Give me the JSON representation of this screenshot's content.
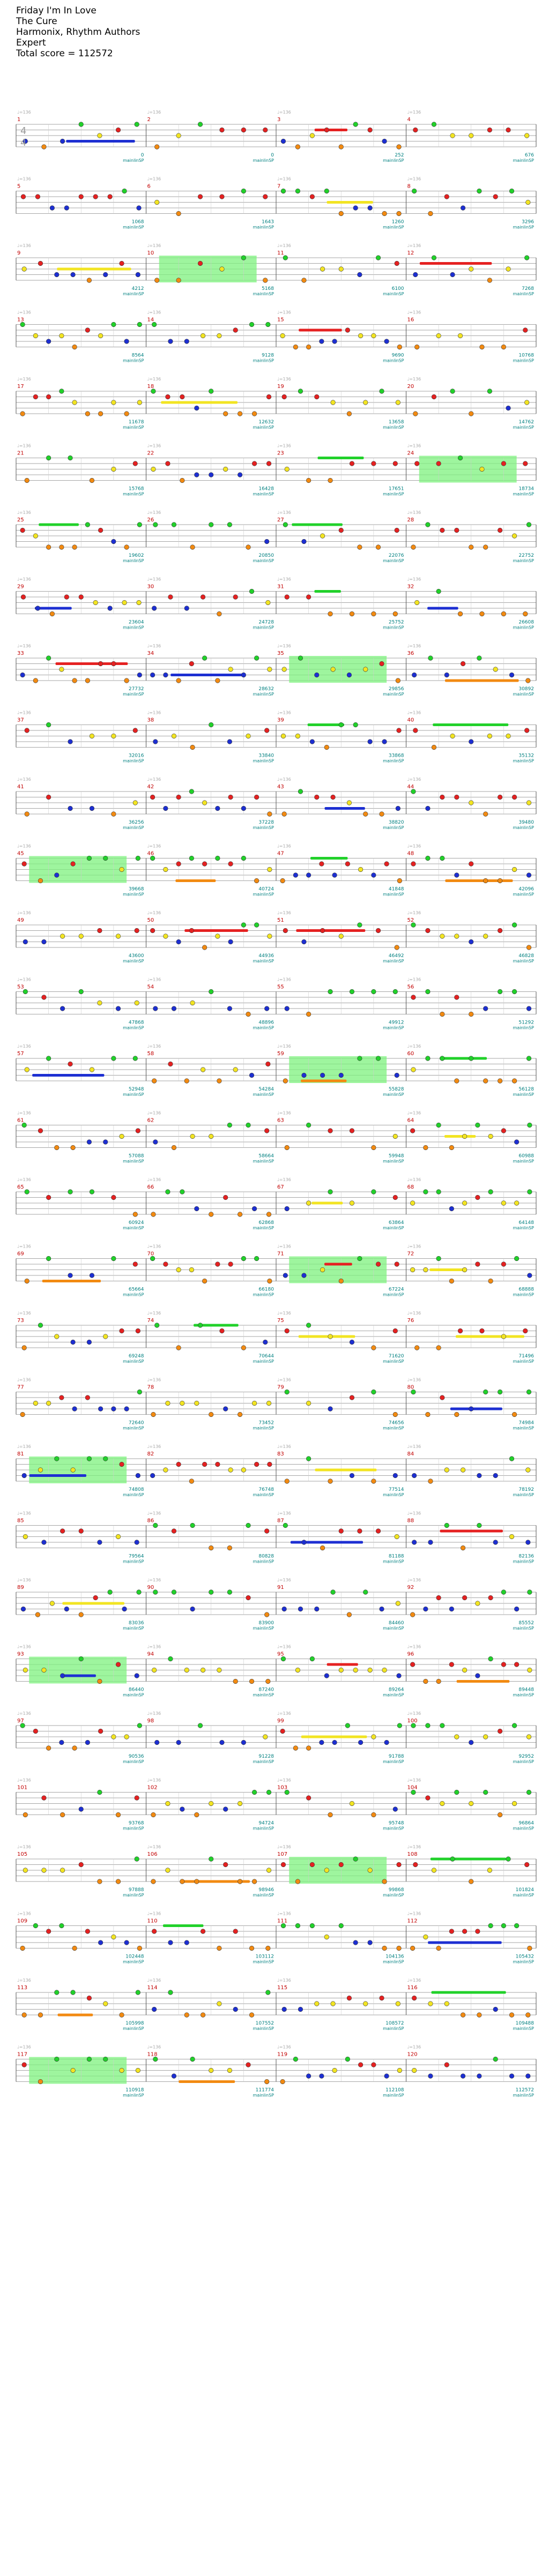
{
  "song": {
    "title": "Friday I'm In Love",
    "artist": "The Cure",
    "charter": "Harmonix, Rhythm Authors",
    "difficulty": "Expert",
    "total_score_label": "Total score = 112572"
  },
  "time_signature": {
    "numerator": "4",
    "denominator": "4"
  },
  "bpm_marker": "♩=136",
  "sp_label": "mainlinSP",
  "colors": {
    "green": "#21d12a",
    "red": "#e52121",
    "yellow": "#f2e422",
    "blue": "#1d2fd2",
    "orange": "#f28a11",
    "sp_zone": "#7ef27e",
    "measure_number": "#c20000",
    "score": "#008080",
    "staff": "#888888"
  },
  "measures": [
    {
      "n": "1",
      "score": "0"
    },
    {
      "n": "2",
      "score": "0"
    },
    {
      "n": "3",
      "score": "252"
    },
    {
      "n": "4",
      "score": "676"
    },
    {
      "n": "5",
      "score": "1068"
    },
    {
      "n": "6",
      "score": "1643"
    },
    {
      "n": "7",
      "score": "1260"
    },
    {
      "n": "8",
      "score": "3296"
    },
    {
      "n": "9",
      "score": "4212"
    },
    {
      "n": "10",
      "score": "5168"
    },
    {
      "n": "11",
      "score": "6100"
    },
    {
      "n": "12",
      "score": "7268"
    },
    {
      "n": "13",
      "score": "8564"
    },
    {
      "n": "14",
      "score": "9128"
    },
    {
      "n": "15",
      "score": "9690"
    },
    {
      "n": "16",
      "score": "10768"
    },
    {
      "n": "17",
      "score": "11678"
    },
    {
      "n": "18",
      "score": "12632"
    },
    {
      "n": "19",
      "score": "13658"
    },
    {
      "n": "20",
      "score": "14762"
    },
    {
      "n": "21",
      "score": "15768"
    },
    {
      "n": "22",
      "score": "16428"
    },
    {
      "n": "23",
      "score": "17651"
    },
    {
      "n": "24",
      "score": "18734"
    },
    {
      "n": "25",
      "score": "19602"
    },
    {
      "n": "26",
      "score": "20850"
    },
    {
      "n": "27",
      "score": "22076"
    },
    {
      "n": "28",
      "score": "22752"
    },
    {
      "n": "29",
      "score": "23604"
    },
    {
      "n": "30",
      "score": "24728"
    },
    {
      "n": "31",
      "score": "25752"
    },
    {
      "n": "32",
      "score": "26608"
    },
    {
      "n": "33",
      "score": "27732"
    },
    {
      "n": "34",
      "score": "28632"
    },
    {
      "n": "35",
      "score": "29856"
    },
    {
      "n": "36",
      "score": "30892"
    },
    {
      "n": "37",
      "score": "32016"
    },
    {
      "n": "38",
      "score": "33840"
    },
    {
      "n": "39",
      "score": "33868"
    },
    {
      "n": "40",
      "score": "35132"
    },
    {
      "n": "41",
      "score": "36256"
    },
    {
      "n": "42",
      "score": "37228"
    },
    {
      "n": "43",
      "score": "38820"
    },
    {
      "n": "44",
      "score": "39480"
    },
    {
      "n": "45",
      "score": "39668"
    },
    {
      "n": "46",
      "score": "40724"
    },
    {
      "n": "47",
      "score": "41848"
    },
    {
      "n": "48",
      "score": "42096"
    },
    {
      "n": "49",
      "score": "43600"
    },
    {
      "n": "50",
      "score": "44936"
    },
    {
      "n": "51",
      "score": "46492"
    },
    {
      "n": "52",
      "score": "46828"
    },
    {
      "n": "53",
      "score": "47868"
    },
    {
      "n": "54",
      "score": "48896"
    },
    {
      "n": "55",
      "score": "49912"
    },
    {
      "n": "56",
      "score": "51292"
    },
    {
      "n": "57",
      "score": "52948"
    },
    {
      "n": "58",
      "score": "54284"
    },
    {
      "n": "59",
      "score": "55828"
    },
    {
      "n": "60",
      "score": "56128"
    },
    {
      "n": "61",
      "score": "57088"
    },
    {
      "n": "62",
      "score": "58664"
    },
    {
      "n": "63",
      "score": "59948"
    },
    {
      "n": "64",
      "score": "60988"
    },
    {
      "n": "65",
      "score": "60924"
    },
    {
      "n": "66",
      "score": "62868"
    },
    {
      "n": "67",
      "score": "63864"
    },
    {
      "n": "68",
      "score": "64148"
    },
    {
      "n": "69",
      "score": "65664"
    },
    {
      "n": "70",
      "score": "66180"
    },
    {
      "n": "71",
      "score": "67224"
    },
    {
      "n": "72",
      "score": "68888"
    },
    {
      "n": "73",
      "score": "69248"
    },
    {
      "n": "74",
      "score": "70644"
    },
    {
      "n": "75",
      "score": "71620"
    },
    {
      "n": "76",
      "score": "71496"
    },
    {
      "n": "77",
      "score": "72640"
    },
    {
      "n": "78",
      "score": "73452"
    },
    {
      "n": "79",
      "score": "74656"
    },
    {
      "n": "80",
      "score": "74984"
    },
    {
      "n": "81",
      "score": "74808"
    },
    {
      "n": "82",
      "score": "76748"
    },
    {
      "n": "83",
      "score": "77514"
    },
    {
      "n": "84",
      "score": "78192"
    },
    {
      "n": "85",
      "score": "79564"
    },
    {
      "n": "86",
      "score": "80828"
    },
    {
      "n": "87",
      "score": "81188"
    },
    {
      "n": "88",
      "score": "82136"
    },
    {
      "n": "89",
      "score": "83036"
    },
    {
      "n": "90",
      "score": "83900"
    },
    {
      "n": "91",
      "score": "84460"
    },
    {
      "n": "92",
      "score": "85552"
    },
    {
      "n": "93",
      "score": "86440"
    },
    {
      "n": "94",
      "score": "87240"
    },
    {
      "n": "95",
      "score": "89264"
    },
    {
      "n": "96",
      "score": "89448"
    },
    {
      "n": "97",
      "score": "90536"
    },
    {
      "n": "98",
      "score": "91228"
    },
    {
      "n": "99",
      "score": "91788"
    },
    {
      "n": "100",
      "score": "92952"
    },
    {
      "n": "101",
      "score": "93768"
    },
    {
      "n": "102",
      "score": "94724"
    },
    {
      "n": "103",
      "score": "95748"
    },
    {
      "n": "104",
      "score": "96864"
    },
    {
      "n": "105",
      "score": "97888"
    },
    {
      "n": "106",
      "score": "98946"
    },
    {
      "n": "107",
      "score": "99868"
    },
    {
      "n": "108",
      "score": "101824"
    },
    {
      "n": "109",
      "score": "102448"
    },
    {
      "n": "110",
      "score": "103112"
    },
    {
      "n": "111",
      "score": "104136"
    },
    {
      "n": "112",
      "score": "105432"
    },
    {
      "n": "113",
      "score": "105998"
    },
    {
      "n": "114",
      "score": "107552"
    },
    {
      "n": "115",
      "score": "108572"
    },
    {
      "n": "116",
      "score": "109488"
    },
    {
      "n": "117",
      "score": "110918"
    },
    {
      "n": "118",
      "score": "111774"
    },
    {
      "n": "119",
      "score": "112108"
    },
    {
      "n": "120",
      "score": "112572"
    }
  ]
}
